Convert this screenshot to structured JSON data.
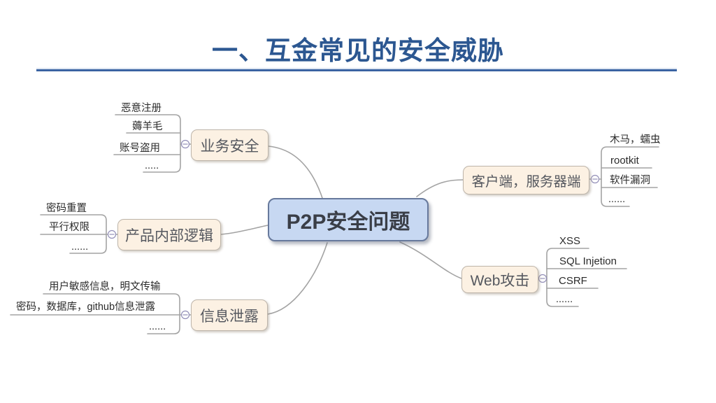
{
  "slide": {
    "title": "一、互金常见的安全威胁"
  },
  "colors": {
    "title_text": "#2C5791",
    "title_rule": "#3A63A2",
    "root_fill": "#C7D8F2",
    "root_border": "#67799C",
    "branch_fill": "#FCF1E3",
    "branch_border": "#BEB5AA",
    "connector_gray": "#A3A3A3",
    "collapse_icon": "#938FB8"
  },
  "icons": {
    "collapse": "minus"
  },
  "mindmap": {
    "root": {
      "label": "P2P安全问题"
    },
    "branches": [
      {
        "label": "业务安全",
        "children": [
          "恶意注册",
          "薅羊毛",
          "账号盗用",
          "....."
        ]
      },
      {
        "label": "产品内部逻辑",
        "children": [
          "密码重置",
          "平行权限",
          "......"
        ]
      },
      {
        "label": "信息泄露",
        "children": [
          "用户敏感信息，明文传输",
          "密码，数据库，github信息泄露",
          "......"
        ]
      },
      {
        "label": "客户端，服务器端",
        "children": [
          "木马，蠕虫",
          "rootkit",
          "软件漏洞",
          "......"
        ]
      },
      {
        "label": "Web攻击",
        "children": [
          "XSS",
          "SQL Injetion",
          "CSRF",
          "......"
        ]
      }
    ]
  }
}
